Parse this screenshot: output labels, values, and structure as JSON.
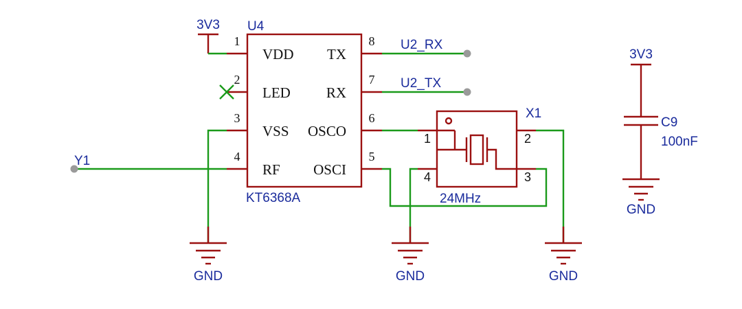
{
  "colors": {
    "wire": "#1a9a1a",
    "part": "#9b1010",
    "net_label": "#1a2b9c",
    "designator": "#1a2b9c",
    "pin_text": "#111111",
    "port_dot": "#9a9a9a"
  },
  "u4": {
    "designator": "U4",
    "value": "KT6368A",
    "pins": {
      "p1": {
        "num": "1",
        "name": "VDD"
      },
      "p2": {
        "num": "2",
        "name": "LED"
      },
      "p3": {
        "num": "3",
        "name": "VSS"
      },
      "p4": {
        "num": "4",
        "name": "RF"
      },
      "p5": {
        "num": "5",
        "name": "OSCI"
      },
      "p6": {
        "num": "6",
        "name": "OSCO"
      },
      "p7": {
        "num": "7",
        "name": "RX"
      },
      "p8": {
        "num": "8",
        "name": "TX"
      }
    }
  },
  "x1": {
    "designator": "X1",
    "value": "24MHz",
    "pins": {
      "p1": "1",
      "p2": "2",
      "p3": "3",
      "p4": "4"
    }
  },
  "c9": {
    "designator": "C9",
    "value": "100nF"
  },
  "nets": {
    "u2_rx": "U2_RX",
    "u2_tx": "U2_TX",
    "y1": "Y1",
    "power": "3V3",
    "ground": "GND"
  }
}
